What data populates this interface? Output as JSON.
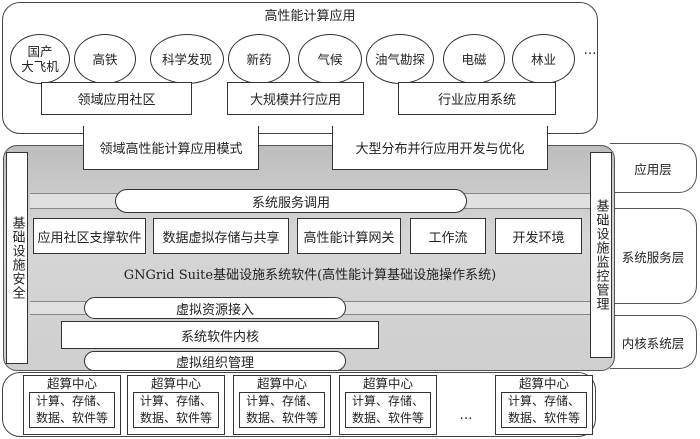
{
  "app_layer": {
    "title": "高性能计算应用",
    "domains": [
      "国产\n大飞机",
      "高铁",
      "科学发现",
      "新药",
      "气候",
      "油气勘探",
      "电磁",
      "林业"
    ],
    "domains_more": "…",
    "boxes": [
      "领域应用社区",
      "大规模并行应用",
      "行业应用系统"
    ]
  },
  "bridge": {
    "left": "领域高性能计算应用模式",
    "right": "大型分布并行应用开发与优化"
  },
  "infra": {
    "left_side": "基础设施安全",
    "right_side": "基础设施监控管理",
    "service_call": "系统服务调用",
    "services": [
      "应用社区支撑软件",
      "数据虚拟存储与共享",
      "高性能计算网关",
      "工作流",
      "开发环境"
    ],
    "suite_title": "GNGrid Suite基础设施系统软件(高性能计算基础设施操作系统)",
    "resource_access": "虚拟资源接入",
    "kernel": "系统软件内核",
    "org_mgmt": "虚拟组织管理"
  },
  "layers": [
    "应用层",
    "系统服务层",
    "内核系统层"
  ],
  "centers": {
    "title": "超算中心",
    "content": "计算、存储、\n数据、软件等",
    "count_shown": 5,
    "more": "…"
  }
}
